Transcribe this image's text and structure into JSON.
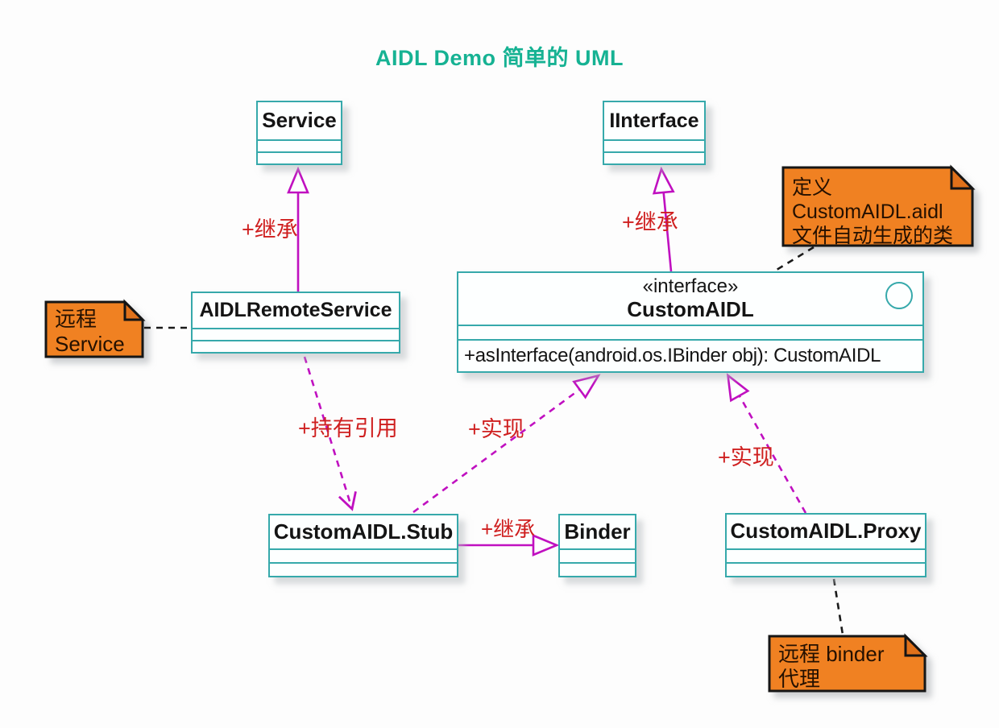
{
  "title": "AIDL Demo 简单的 UML",
  "colors": {
    "title_teal": "#16b293",
    "box_border_teal": "#36a9ab",
    "arrow_magenta": "#c010c0",
    "label_red": "#cf1f1f",
    "note_orange": "#f08122"
  },
  "classes": {
    "service": {
      "name": "Service"
    },
    "iinterface": {
      "name": "IInterface"
    },
    "aidl_remote_service": {
      "name": "AIDLRemoteService"
    },
    "custom_aidl": {
      "stereotype": "«interface»",
      "name": "CustomAIDL",
      "method": "+asInterface(android.os.IBinder obj): CustomAIDL"
    },
    "custom_aidl_stub": {
      "name": "CustomAIDL.Stub"
    },
    "binder": {
      "name": "Binder"
    },
    "custom_aidl_proxy": {
      "name": "CustomAIDL.Proxy"
    }
  },
  "notes": {
    "define_note": {
      "attached_to": "CustomAIDL",
      "lines": [
        "定义",
        "CustomAIDL.aidl",
        "文件自动生成的类"
      ]
    },
    "remote_service_note": {
      "attached_to": "AIDLRemoteService",
      "lines": [
        "远程",
        "Service"
      ]
    },
    "remote_binder_note": {
      "attached_to": "CustomAIDL.Proxy",
      "lines": [
        "远程 binder",
        "代理"
      ]
    }
  },
  "edges": [
    {
      "from": "AIDLRemoteService",
      "to": "Service",
      "label": "+继承",
      "style": "solid-generalization"
    },
    {
      "from": "CustomAIDL",
      "to": "IInterface",
      "label": "+继承",
      "style": "solid-generalization"
    },
    {
      "from": "AIDLRemoteService",
      "to": "CustomAIDL.Stub",
      "label": "+持有引用",
      "style": "dashed-open-arrow"
    },
    {
      "from": "CustomAIDL.Stub",
      "to": "CustomAIDL",
      "label": "+实现",
      "style": "dashed-generalization"
    },
    {
      "from": "CustomAIDL.Proxy",
      "to": "CustomAIDL",
      "label": "+实现",
      "style": "dashed-generalization"
    },
    {
      "from": "CustomAIDL.Stub",
      "to": "Binder",
      "label": "+继承",
      "style": "solid-generalization"
    }
  ]
}
